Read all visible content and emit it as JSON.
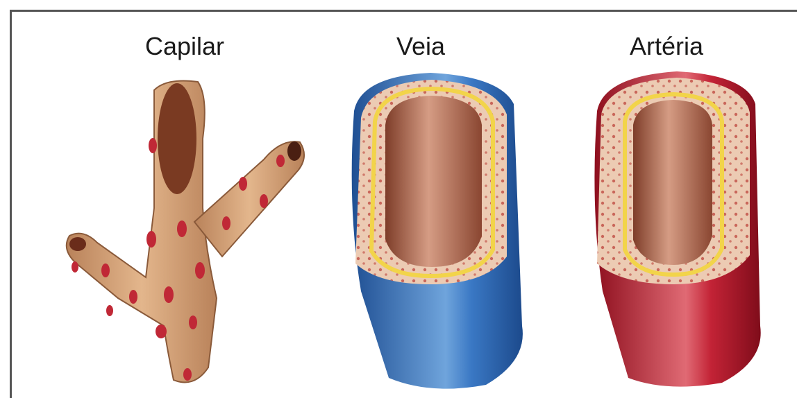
{
  "labels": {
    "capillary": "Capilar",
    "vein": "Veia",
    "artery": "Artéria"
  },
  "colors": {
    "capillary_wall": "#d9a679",
    "capillary_dark": "#7a3a22",
    "red_cell": "#c02836",
    "vein_outer": "#2b66b4",
    "artery_outer": "#b3182a",
    "lumen": "#b06a4e",
    "muscle_layer": "#e8c2a8",
    "elastic_layer": "#f2d44a"
  }
}
